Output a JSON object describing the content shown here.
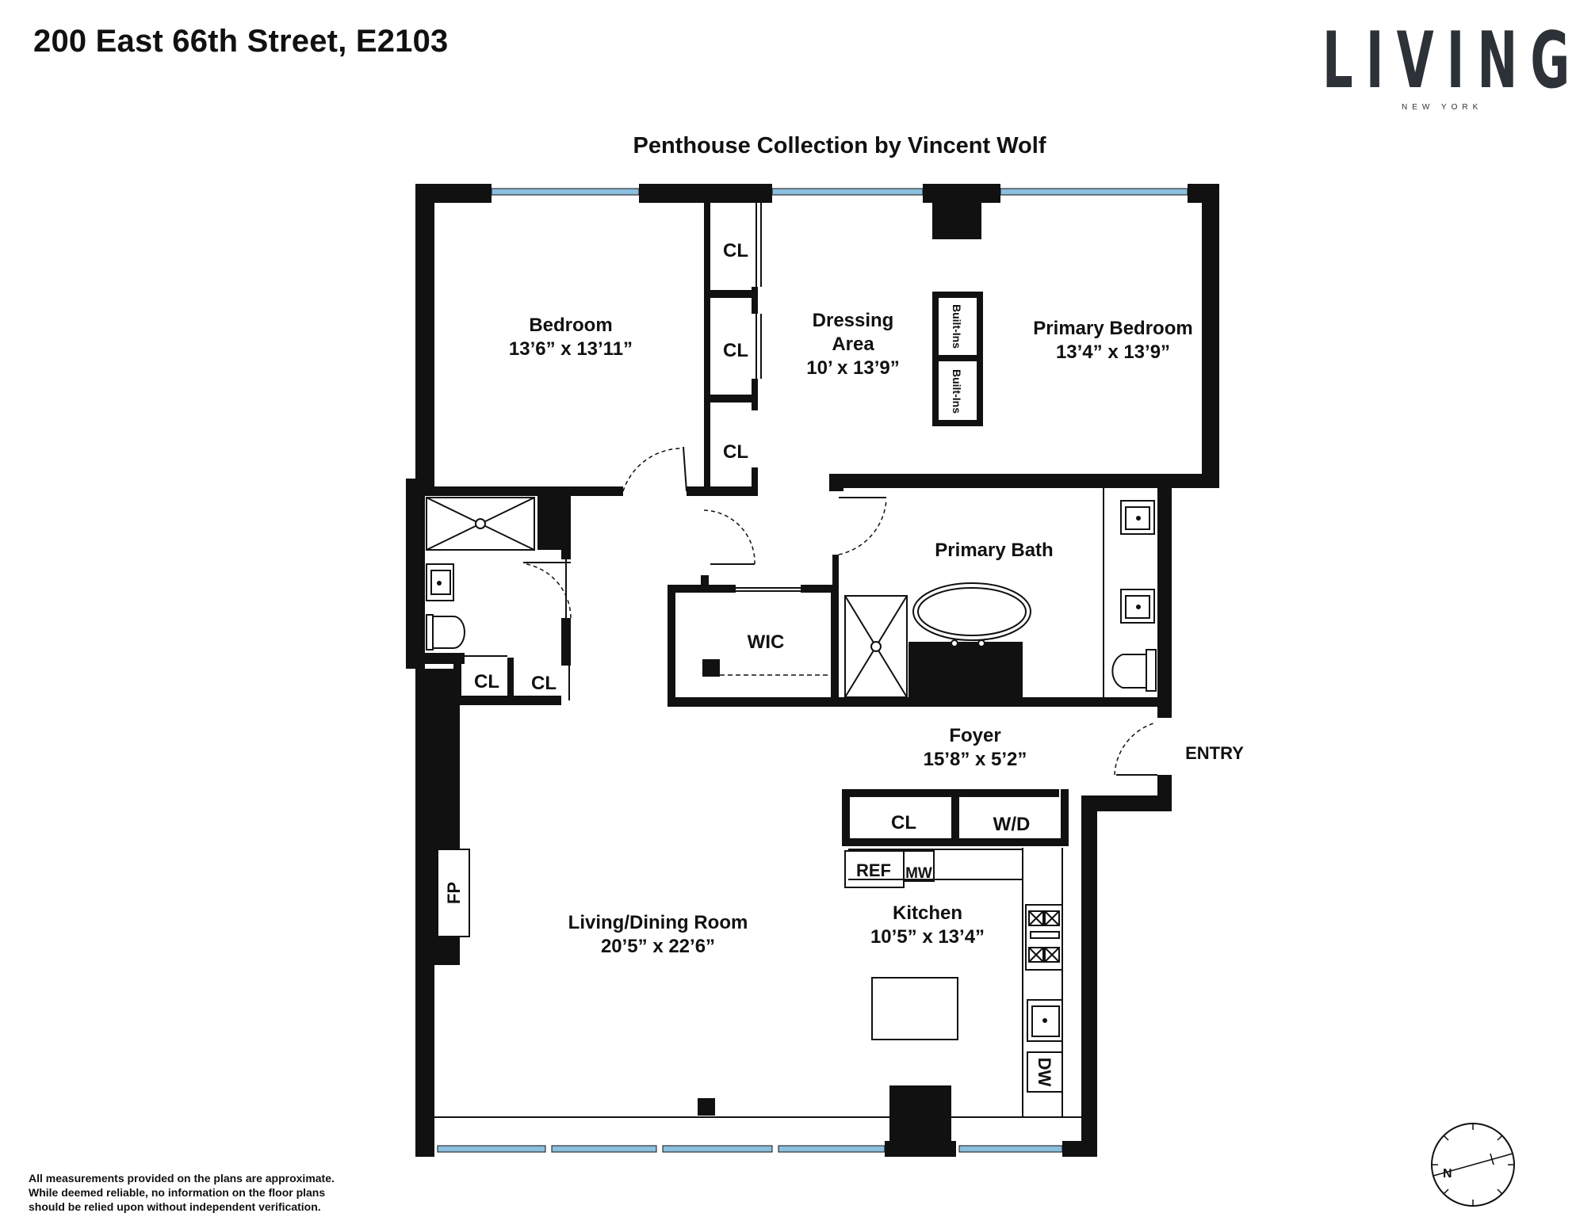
{
  "header": {
    "address": "200 East 66th Street, E2103",
    "subtitle": "Penthouse Collection by Vincent Wolf"
  },
  "logo": {
    "main": "LIVING",
    "sub": "NEW YORK"
  },
  "rooms": {
    "bedroom": {
      "name": "Bedroom",
      "size": "13’6” x 13’11”"
    },
    "dressing": {
      "name1": "Dressing",
      "name2": "Area",
      "size": "10’ x 13’9”"
    },
    "primary_bedroom": {
      "name": "Primary Bedroom",
      "size": "13’4” x 13’9”"
    },
    "primary_bath": {
      "name": "Primary Bath"
    },
    "wic": {
      "name": "WIC"
    },
    "foyer": {
      "name": "Foyer",
      "size": "15’8” x 5’2”"
    },
    "entry": {
      "name": "ENTRY"
    },
    "living": {
      "name": "Living/Dining Room",
      "size": "20’5” x 22’6”"
    },
    "kitchen": {
      "name": "Kitchen",
      "size": "10’5” x 13’4”"
    }
  },
  "fixtures": {
    "closet": "CL",
    "builtins": "Built-Ins",
    "washer_dryer": "W/D",
    "refrigerator": "REF",
    "microwave": "MW",
    "dishwasher": "DW",
    "fireplace": "FP"
  },
  "compass": {
    "north": "N"
  },
  "disclaimer": [
    "All measurements provided on the plans are approximate.",
    "While deemed reliable, no information on the floor plans",
    "should be relied upon without independent verification."
  ],
  "colors": {
    "wall": "#111111",
    "window": "#8bbfdd",
    "logo": "#2d3138"
  }
}
